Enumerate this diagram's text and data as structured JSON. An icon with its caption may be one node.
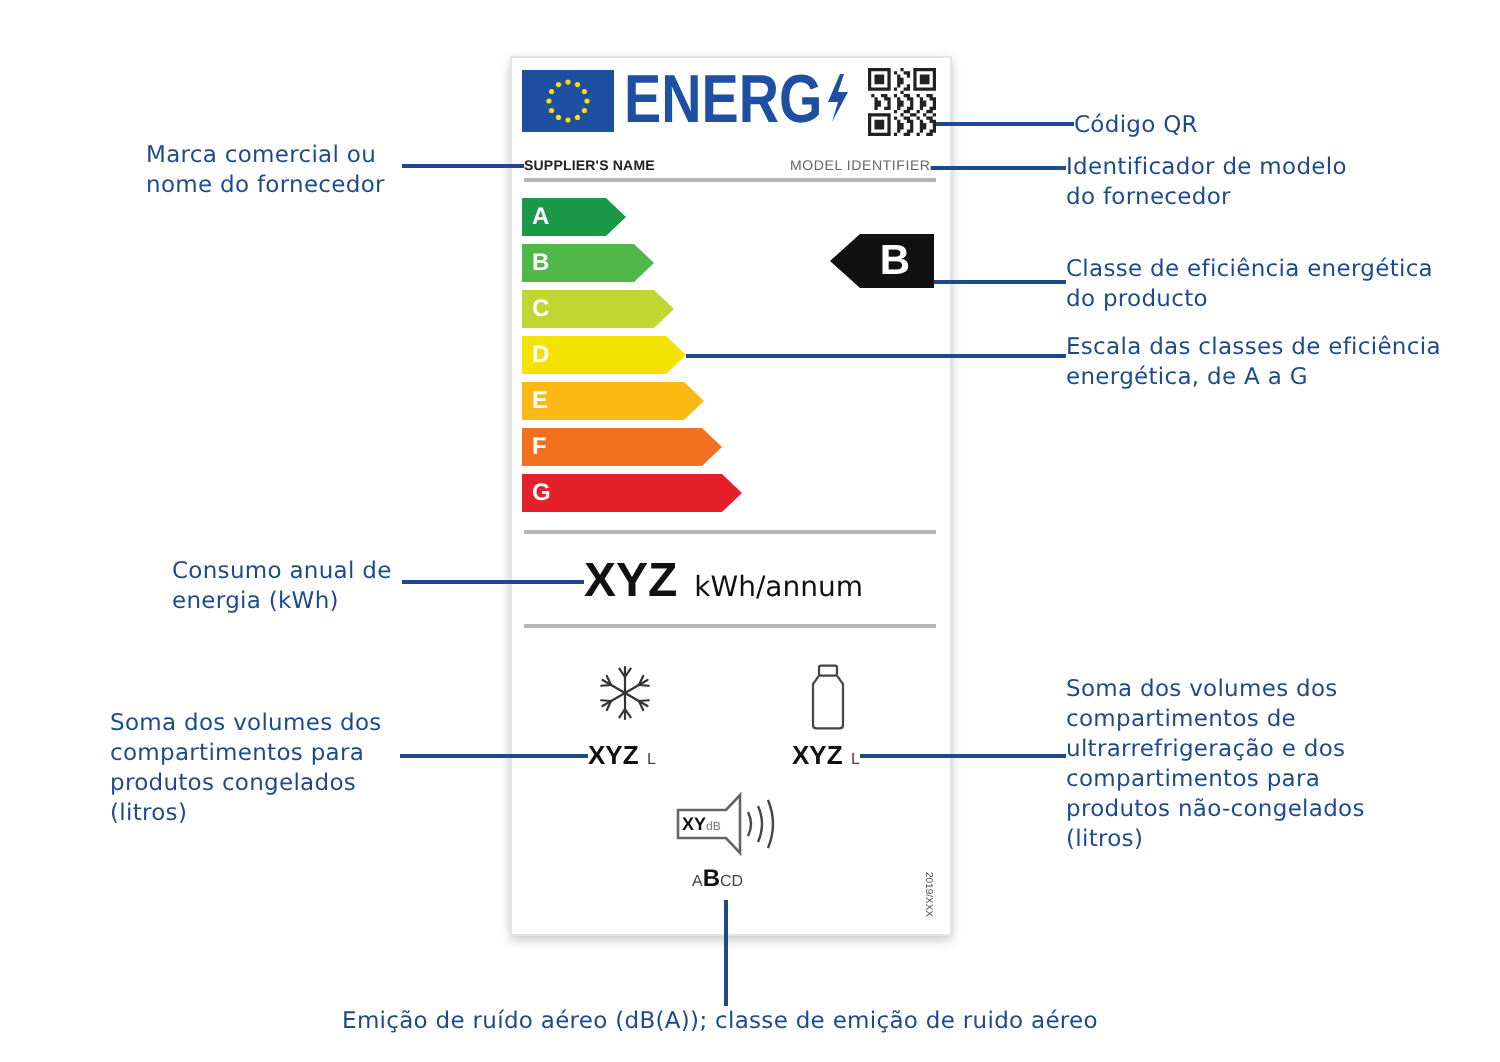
{
  "diagram": {
    "nodes": [
      {
        "text": [
          "ENERG",
          "2019/XXX"
        ]
      },
      {
        "text": [],
        "shape": "picture",
        "in": 0
      },
      {
        "text": [
          "SUPPLIER'S NAME"
        ],
        "in": 0
      },
      {
        "text": [
          "MODEL IDENTIFIER"
        ],
        "in": 0
      },
      {
        "text": [
          "A"
        ],
        "in": 0
      },
      {
        "text": [
          "B"
        ],
        "in": 0
      },
      {
        "text": [
          "C"
        ],
        "in": 0
      },
      {
        "text": [
          "D"
        ],
        "in": 0
      },
      {
        "text": [
          "E"
        ],
        "in": 0
      },
      {
        "text": [
          "F"
        ],
        "in": 0
      },
      {
        "text": [
          "G"
        ],
        "in": 0
      },
      {
        "text": [
          "B"
        ],
        "in": 0
      },
      {
        "text": [
          "**XYZ** kWh/annum"
        ],
        "in": 0
      },
      {
        "text": [
          "**XYZ** L"
        ],
        "in": 0
      },
      {
        "text": [
          "**XYZ** L"
        ],
        "in": 0
      },
      {
        "text": [
          "**XY**dB",
          "A**B**CD"
        ],
        "in": 0
      },
      {
        "text": [
          "Marca comercial ou nome do fornecedor"
        ]
      },
      {
        "text": [
          "Código QR"
        ]
      },
      {
        "text": [
          "Identificador de modelo do fornecedor"
        ]
      },
      {
        "text": [
          "Classe de eficiência energética do producto"
        ]
      },
      {
        "text": [
          "Escala das classes de eficiência energética, de A a G"
        ]
      },
      {
        "text": [
          "Consumo anual de energia (kWh)"
        ]
      },
      {
        "text": [
          "Soma dos volumes dos compartimentos para produtos congelados (litros)"
        ]
      },
      {
        "text": [
          "Soma dos volumes dos compartimentos de ultrarrefrigeração e dos compartimentos para produtos não-congelados (litros)"
        ]
      },
      {
        "text": [
          "Emição de ruído aéreo (dB(A)); classe de emição de ruido aéreo"
        ]
      }
    ],
    "edges": [
      {
        "from": 16,
        "to": 2,
        "arrow": "none"
      },
      {
        "from": 17,
        "to": 1,
        "arrow": "none"
      },
      {
        "from": 18,
        "to": 3,
        "arrow": "none"
      },
      {
        "from": 19,
        "to": 11,
        "arrow": "none"
      },
      {
        "from": 20,
        "to": 7,
        "arrow": "none"
      },
      {
        "from": 21,
        "to": 12,
        "arrow": "none"
      },
      {
        "from": 22,
        "to": 13,
        "arrow": "none"
      },
      {
        "from": 23,
        "to": 14,
        "arrow": "none"
      },
      {
        "from": 24,
        "to": 15,
        "arrow": "none"
      }
    ]
  }
}
